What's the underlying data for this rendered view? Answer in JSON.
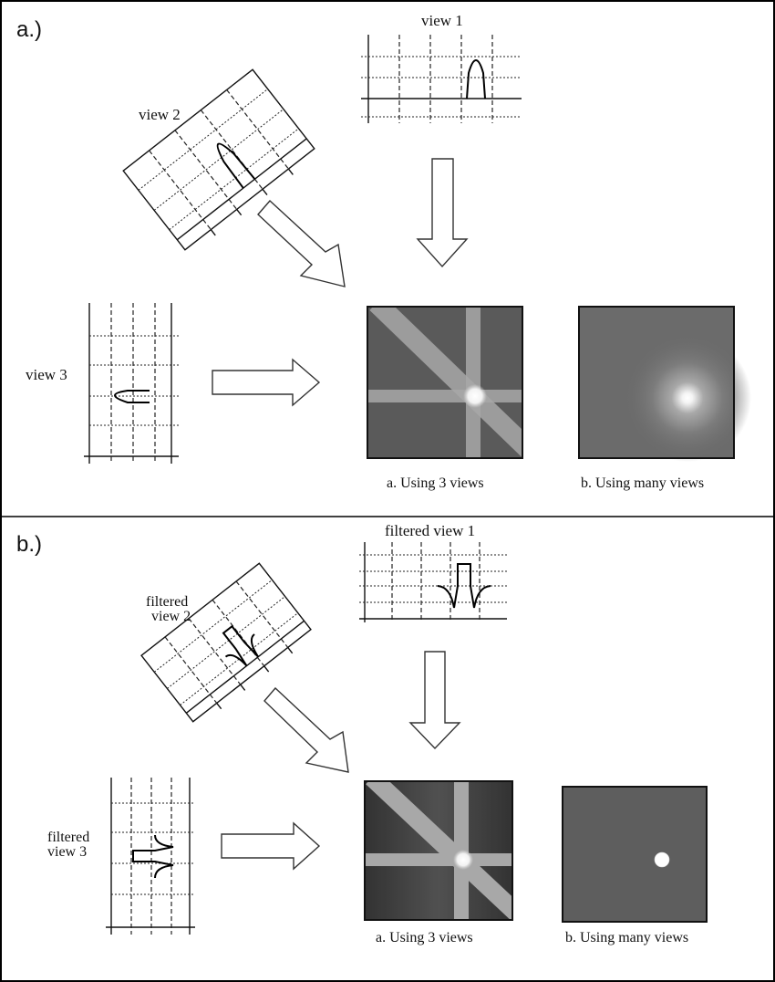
{
  "panels": {
    "a": {
      "panel_label": "a.)",
      "view1_label": "view 1",
      "view2_label": "view 2",
      "view3_label": "view 3",
      "caption_three": "a.  Using 3 views",
      "caption_many": "b.  Using many views"
    },
    "b": {
      "panel_label": "b.)",
      "view1_label": "filtered view 1",
      "view2_label_line1": "filtered",
      "view2_label_line2": "view 2",
      "view3_label_line1": "filtered",
      "view3_label_line2": "view 3",
      "caption_three": "a.  Using 3 views",
      "caption_many": "b.  Using many views"
    }
  },
  "colors": {
    "reconstruction_background": "#5a5a5a",
    "backprojection_stripe": "#a8a8a8",
    "bright_spot": "#ffffff"
  }
}
